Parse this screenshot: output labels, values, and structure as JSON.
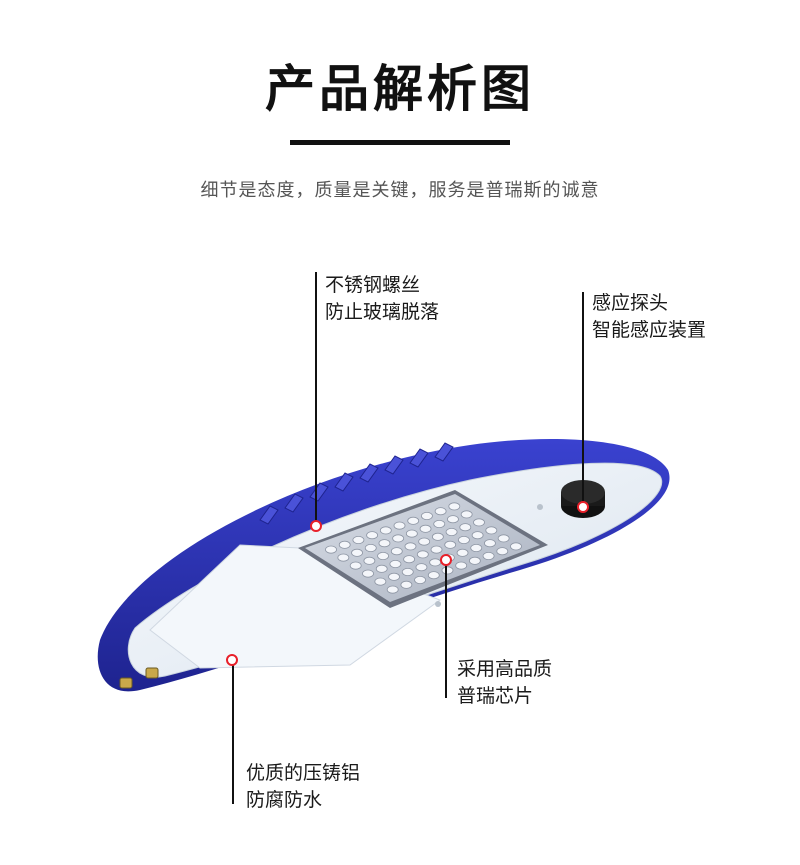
{
  "header": {
    "title": "产品解析图",
    "subtitle": "细节是态度，质量是关键，服务是普瑞斯的诚意"
  },
  "callouts": {
    "screws": {
      "line1": "不锈钢螺丝",
      "line2": "防止玻璃脱落"
    },
    "sensor": {
      "line1": "感应探头",
      "line2": "智能感应装置"
    },
    "chip": {
      "line1": "采用高品质",
      "line2": "普瑞芯片"
    },
    "casing": {
      "line1": "优质的压铸铝",
      "line2": "防腐防水"
    }
  },
  "colors": {
    "housing_blue": "#2a2fb0",
    "housing_white": "#eef3f8",
    "marker_red": "#e8202a",
    "accent_dark": "#111111"
  },
  "icons": [
    "marker-dot-icon",
    "sensor-probe-icon"
  ]
}
